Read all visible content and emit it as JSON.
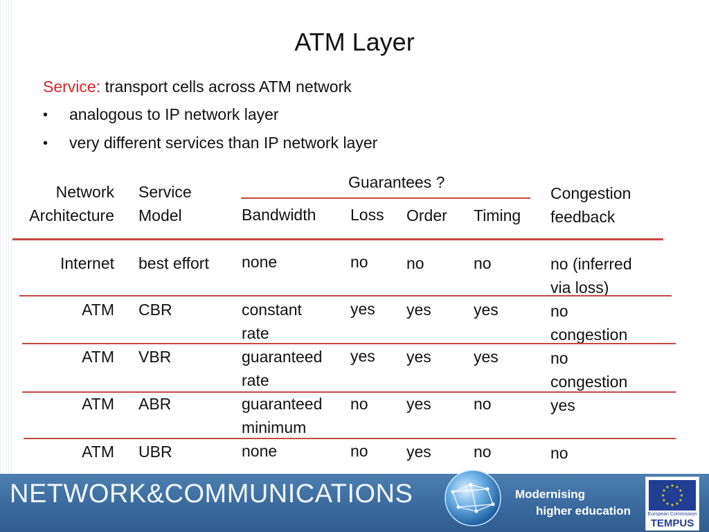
{
  "slide": {
    "title": "ATM Layer",
    "service_label": "Service:",
    "service_text": " transport cells across ATM network",
    "bullets": [
      "analogous to IP network layer",
      "very different services than IP network layer"
    ]
  },
  "table": {
    "group_header": "Guarantees ?",
    "headers": {
      "network": [
        "Network",
        "Architecture"
      ],
      "service": [
        "Service",
        "Model"
      ],
      "bandwidth": "Bandwidth",
      "loss": "Loss",
      "order": "Order",
      "timing": "Timing",
      "congestion": [
        "Congestion",
        "feedback"
      ]
    },
    "rows": [
      {
        "network": "Internet",
        "service": "best effort",
        "bandwidth": [
          "none"
        ],
        "loss": "no",
        "order": "no",
        "timing": "no",
        "congestion": [
          "no (inferred",
          "via loss)"
        ]
      },
      {
        "network": "ATM",
        "service": "CBR",
        "bandwidth": [
          "constant",
          "rate"
        ],
        "loss": "yes",
        "order": "yes",
        "timing": "yes",
        "congestion": [
          "no",
          "congestion"
        ]
      },
      {
        "network": "ATM",
        "service": "VBR",
        "bandwidth": [
          "guaranteed",
          "rate"
        ],
        "loss": "yes",
        "order": "yes",
        "timing": "yes",
        "congestion": [
          "no",
          "congestion"
        ]
      },
      {
        "network": "ATM",
        "service": "ABR",
        "bandwidth": [
          "guaranteed",
          "minimum"
        ],
        "loss": "no",
        "order": "yes",
        "timing": "no",
        "congestion": [
          "yes"
        ]
      },
      {
        "network": "ATM",
        "service": "UBR",
        "bandwidth": [
          "none"
        ],
        "loss": "no",
        "order": "yes",
        "timing": "no",
        "congestion": [
          "no"
        ]
      }
    ]
  },
  "footer": {
    "title": "NETWORK&COMMUNICATIONS",
    "tagline_1": "Modernising",
    "tagline_2": "higher education",
    "eu_sub": "European Commission",
    "eu_name": "TEMPUS"
  },
  "colors": {
    "accent_red": "#d8262c",
    "rule": "#c8473f",
    "footer_blue": "#3a6a9e",
    "eu_blue": "#1f3f95"
  }
}
